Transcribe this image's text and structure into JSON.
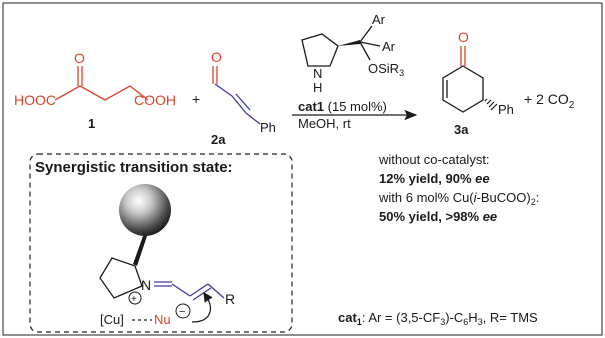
{
  "reaction": {
    "reactant1": {
      "formula_left": "HOOC",
      "formula_right": "COOH",
      "oxygen": "O",
      "number": "1"
    },
    "plus1": "+",
    "reactant2": {
      "oxygen": "O",
      "substituent": "Ph",
      "number": "2a"
    },
    "catalyst": {
      "amine_n": "N",
      "amine_h": "H",
      "aryl_top": "Ar",
      "aryl_mid": "Ar",
      "silyl": "OSiR",
      "silyl_sub": "3",
      "label": "cat1",
      "loading": " (15 mol%)",
      "conditions": "MeOH, rt"
    },
    "product": {
      "oxygen": "O",
      "substituent": "Ph",
      "number": "3a"
    },
    "byproduct": "+ 2 CO",
    "byproduct_sub": "2"
  },
  "results": {
    "line1": "without co-catalyst:",
    "line2": "12% yield, 90% ",
    "line2_ee": "ee",
    "line3_pre": "with 6 mol% Cu(",
    "line3_i": "i",
    "line3_post": "-BuCOO)",
    "line3_sub": "2",
    "line3_end": ":",
    "line4": "50% yield, >98% ",
    "line4_ee": "ee"
  },
  "ts_box": {
    "title": "Synergistic transition state:",
    "n_label": "N",
    "plus": "+",
    "r_label": "R",
    "cu_label": "[Cu]",
    "nu_label": "Nu",
    "minus": "−"
  },
  "cat_def": {
    "label": "cat",
    "sub": "1",
    "text": ": Ar = (3,5-CF",
    "text_sub": "3",
    "text_end": ")-C",
    "sub2": "6",
    "text_h": "H",
    "sub3": "3",
    "text_tail": ", R= TMS"
  },
  "colors": {
    "red": "#d9442b",
    "blue": "#3b3b9a",
    "black": "#1a1a1a"
  }
}
